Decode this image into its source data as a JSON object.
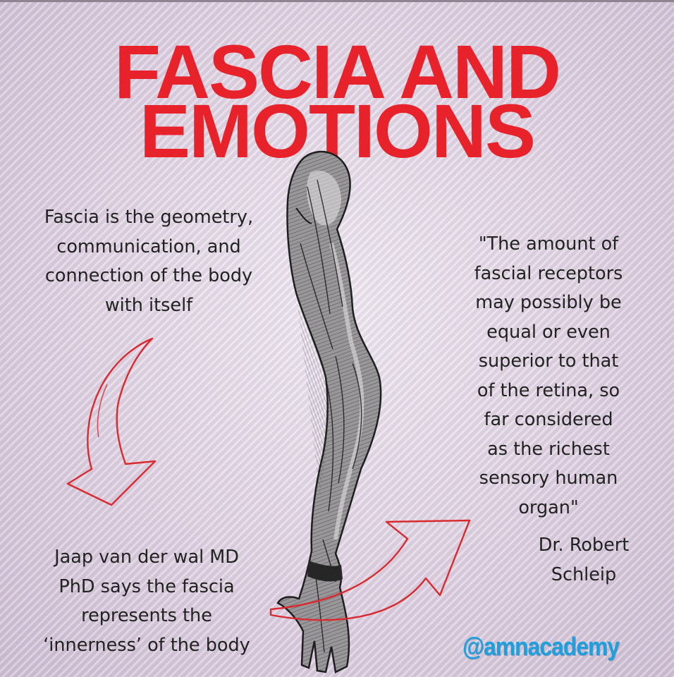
{
  "title": {
    "line1": "FASCIA AND",
    "line2": "EMOTIONS"
  },
  "left_quote": {
    "lines": [
      "Fascia is the geometry,",
      "communication, and",
      "connection of the body",
      "with itself"
    ]
  },
  "right_quote": {
    "lines": [
      "\"The amount of",
      "fascial receptors",
      "may possibly be",
      "equal or even",
      "superior to that",
      "of the retina, so",
      "far considered",
      "as the richest",
      "sensory human",
      "organ\""
    ]
  },
  "attribution": {
    "lines": [
      "Dr. Robert",
      "Schleip"
    ]
  },
  "bottom_quote": {
    "lines": [
      "Jaap van der wal MD",
      "PhD says the fascia",
      "represents the",
      "‘innerness’ of the body"
    ]
  },
  "handle": "@amnacademy",
  "colors": {
    "title": "#e8222b",
    "text": "#222222",
    "handle": "#1fa0de",
    "arrow": "#d82a2f",
    "background": "#d8cbdc"
  },
  "illustration": "anatomical-arm-fascia-engraving",
  "icons": [
    "curved-arrow-down-left-icon",
    "curved-arrow-up-right-icon"
  ]
}
